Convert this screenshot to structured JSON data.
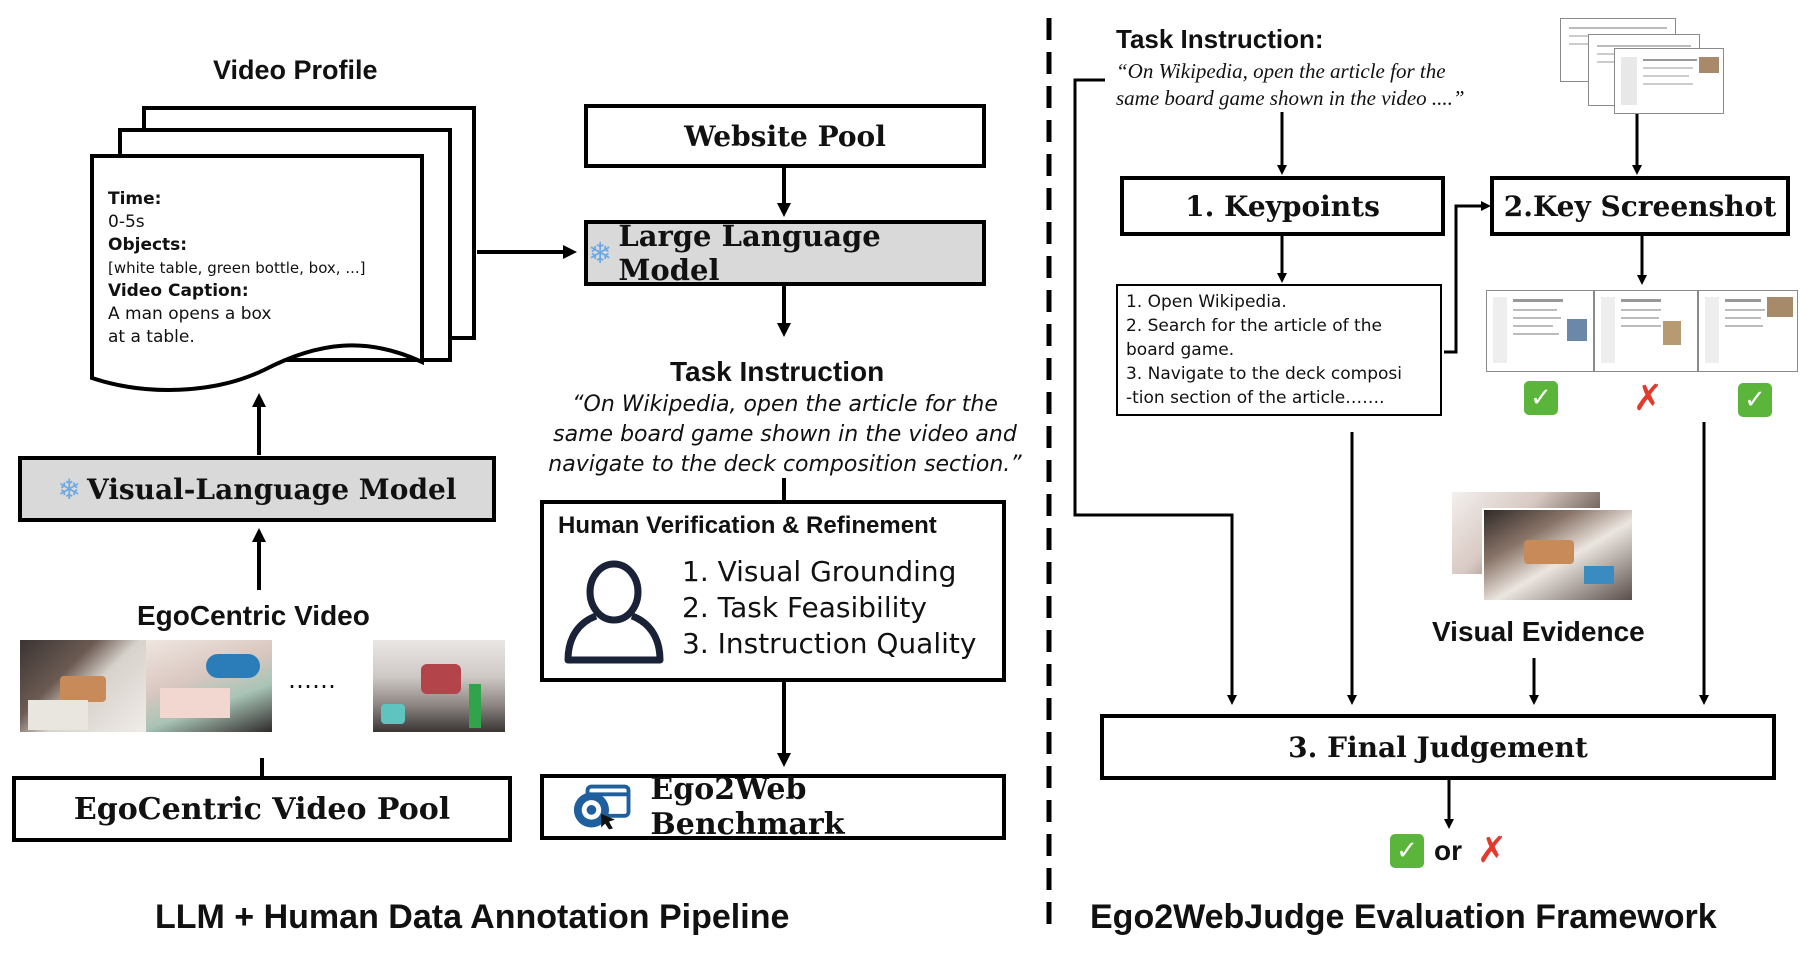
{
  "left": {
    "video_profile_title": "Video Profile",
    "profile": {
      "time_label": "Time:",
      "time_value": "0-5s",
      "objects_label": "Objects:",
      "objects_value": "[white table, green bottle, box, ...]",
      "caption_label": "Video Caption:",
      "caption_line1": "A man opens a box",
      "caption_line2": "at a table."
    },
    "vlm_label": "Visual-Language Model",
    "ego_video_title": "EgoCentric Video",
    "ellipsis": "……",
    "video_pool_label": "EgoCentric Video Pool",
    "website_pool_label": "Website Pool",
    "llm_label": "Large Language Model",
    "task_instruction_title": "Task Instruction",
    "task_instruction_lines": [
      "“On Wikipedia, open the article for the",
      "same board game shown in the video and",
      "navigate to the deck composition section.”"
    ],
    "human_verification_title": "Human Verification & Refinement",
    "verification_items": [
      "1. Visual Grounding",
      "2. Task Feasibility",
      "3. Instruction Quality"
    ],
    "benchmark_label": "Ego2Web Benchmark",
    "footer": "LLM + Human Data Annotation Pipeline"
  },
  "right": {
    "task_instruction_title": "Task Instruction:",
    "task_instruction_lines": [
      "“On Wikipedia, open the article for the",
      "same board game shown in the video ....”"
    ],
    "keypoints_label": "1. Keypoints",
    "key_screenshot_label": "2.Key Screenshot",
    "keypoint_steps": [
      "1. Open Wikipedia.",
      "2. Search for the article of the",
      "board game.",
      "3. Navigate to the deck composi",
      "-tion section of the article……."
    ],
    "screenshot_results": [
      "check",
      "cross",
      "check"
    ],
    "visual_evidence_label": "Visual Evidence",
    "final_judgement_label": "3. Final Judgement",
    "or_label": "or",
    "footer": "Ego2WebJudge Evaluation Framework"
  },
  "icons": {
    "snowflake": "snowflake-icon",
    "person": "person-icon",
    "benchmark": "eye-cursor-icon",
    "check": "check-mark-icon",
    "cross": "cross-mark-icon"
  },
  "colors": {
    "gray_fill": "#d9d9d9",
    "check_green": "#5bb53a",
    "cross_red": "#e23a2c",
    "snow_blue": "#6aa8e6",
    "logo_blue": "#1f5f9e"
  }
}
